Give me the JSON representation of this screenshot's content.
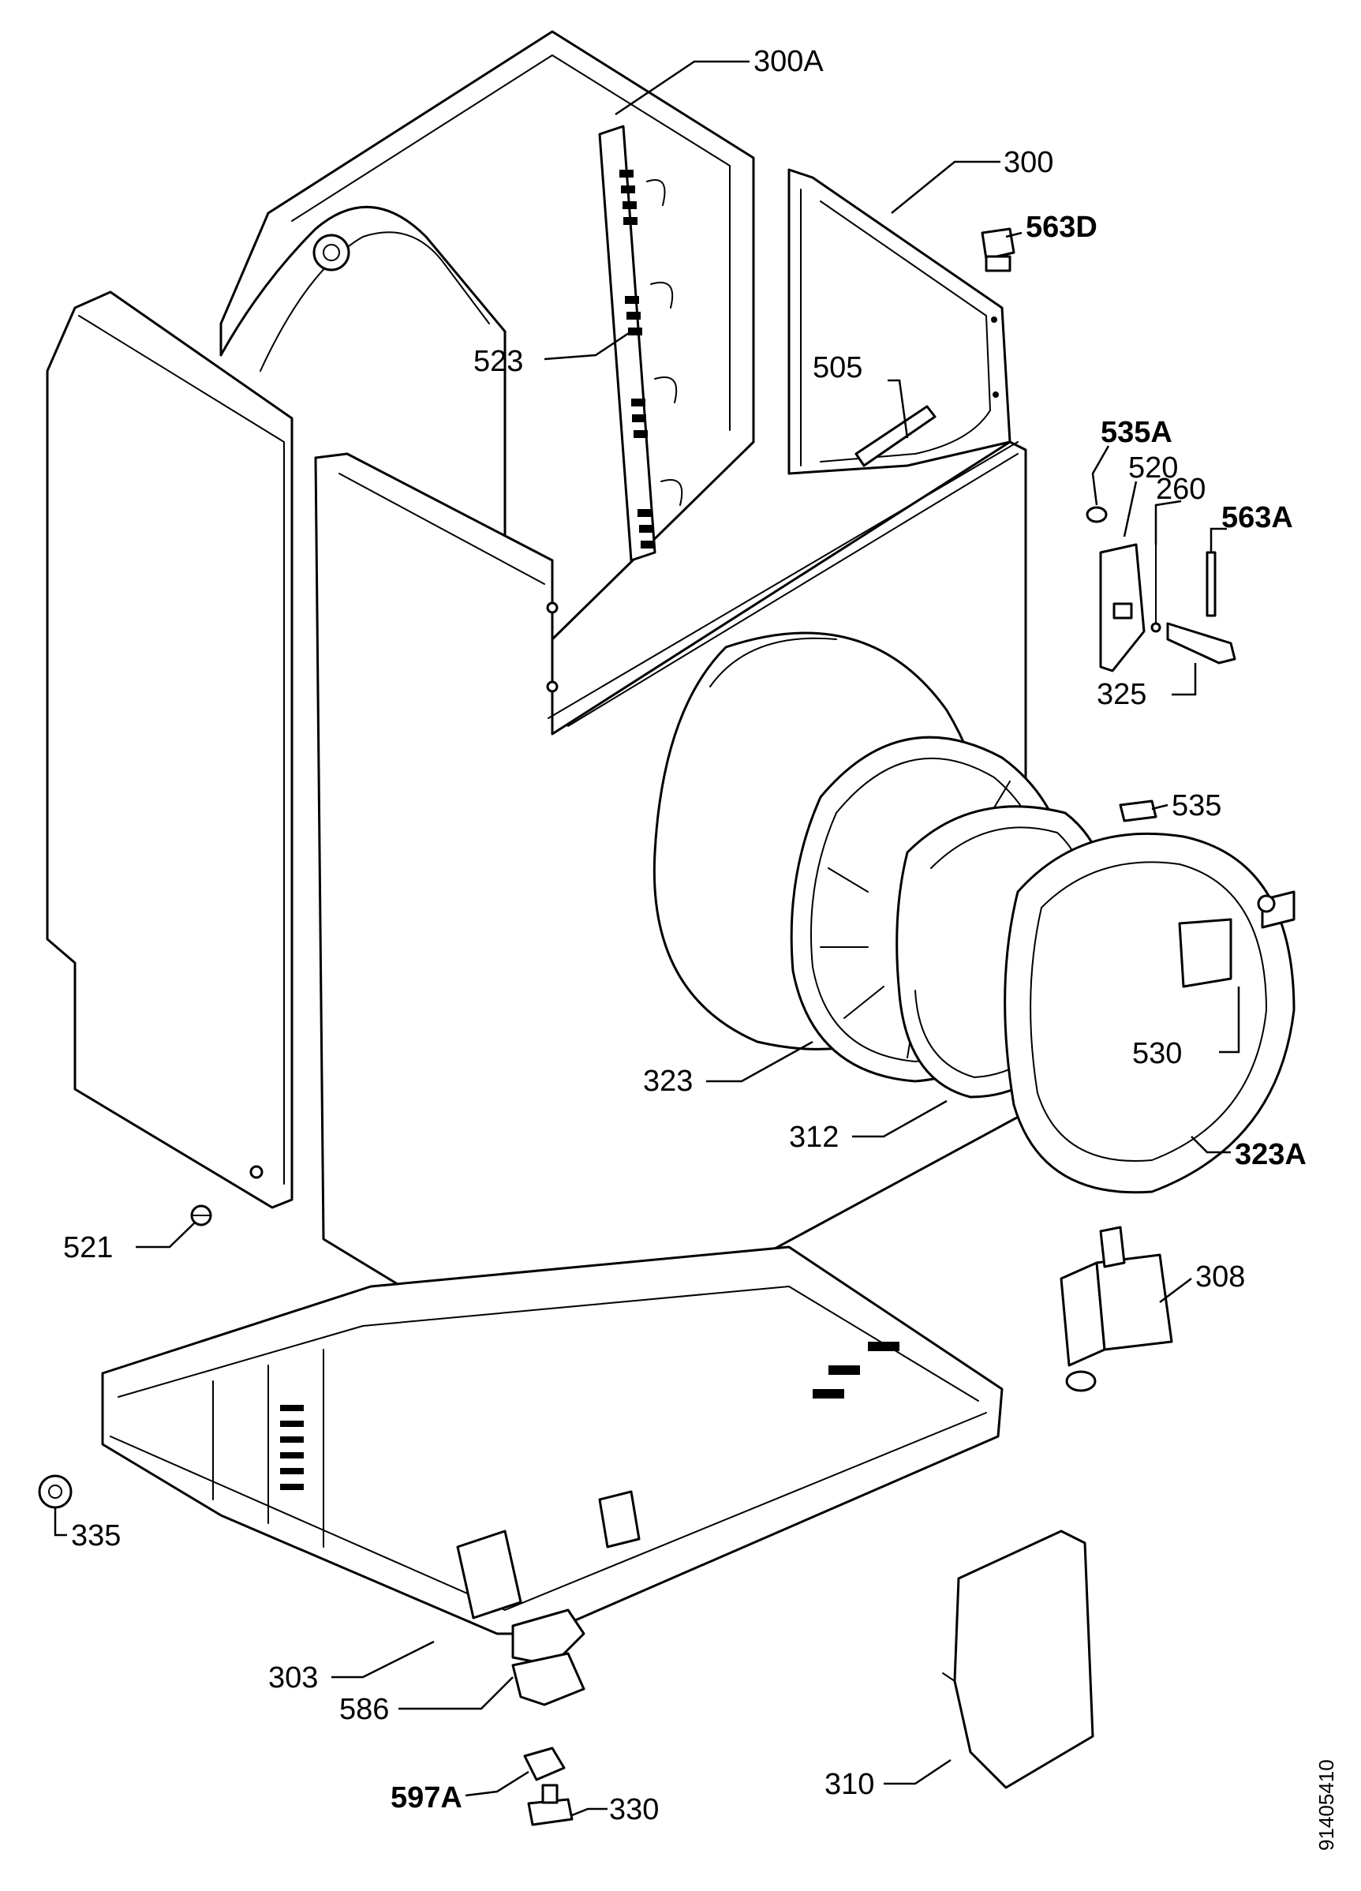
{
  "drawing_code": "91405410",
  "callouts": {
    "c300A": "300A",
    "c300": "300",
    "c563D": "563D",
    "c523": "523",
    "c505": "505",
    "c535A": "535A",
    "c520": "520",
    "c260": "260",
    "c563A": "563A",
    "c325": "325",
    "c535": "535",
    "c323": "323",
    "c530": "530",
    "c312": "312",
    "c323A": "323A",
    "c521": "521",
    "c308": "308",
    "c335": "335",
    "c303": "303",
    "c586": "586",
    "c310": "310",
    "c597A": "597A",
    "c330": "330"
  }
}
